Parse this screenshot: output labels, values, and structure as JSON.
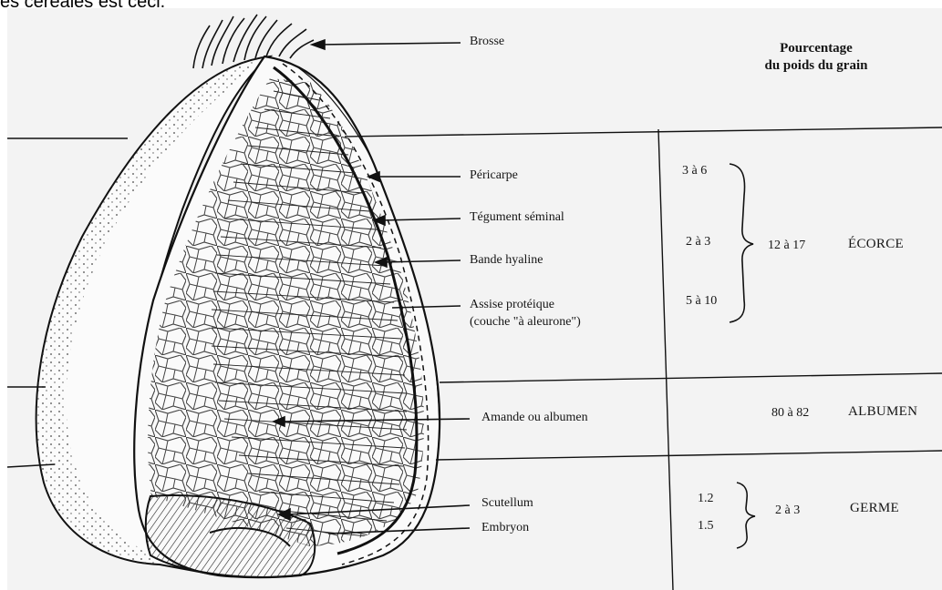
{
  "page": {
    "top_text": "es céréales est ceci."
  },
  "header": {
    "line1": "Pourcentage",
    "line2": "du poids du grain"
  },
  "labels": {
    "brosse": "Brosse",
    "pericarpe": "Péricarpe",
    "tegument": "Tégument séminal",
    "bande": "Bande hyaline",
    "assise_1": "Assise protéique",
    "assise_2": "(couche \"à aleurone\")",
    "amande": "Amande ou albumen",
    "scutellum": "Scutellum",
    "embryon": "Embryon"
  },
  "values": {
    "pericarpe": "3 à 6",
    "tegument_bande": "2 à 3",
    "assise": "5 à 10",
    "scutellum": "1.2",
    "embryon": "1.5"
  },
  "groups": {
    "ecorce": {
      "total": "12 à 17",
      "name": "ÉCORCE"
    },
    "albumen": {
      "total": "80 à 82",
      "name": "ALBUMEN"
    },
    "germe": {
      "total": "2 à 3",
      "name": "GERME"
    }
  }
}
